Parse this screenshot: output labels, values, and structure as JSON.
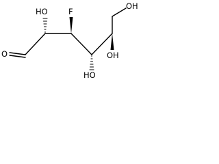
{
  "labels": {
    "ho_c2": "HO",
    "f_c3": "F",
    "oh_c6": "OH",
    "o_c1": "O",
    "ho_c4": "HO",
    "oh_c5": "OH"
  }
}
